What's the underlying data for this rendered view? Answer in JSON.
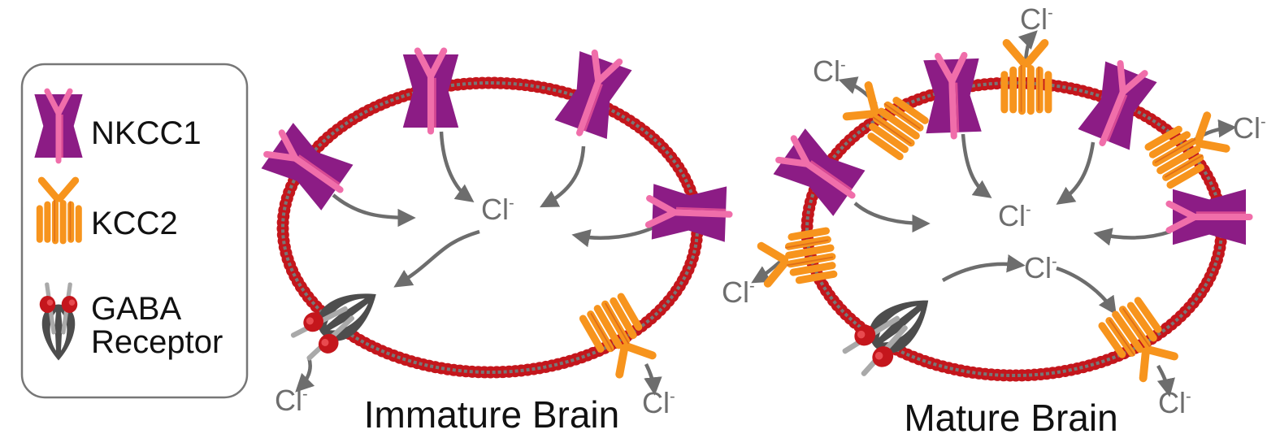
{
  "legend": {
    "items": [
      {
        "name": "nkcc1",
        "label": "NKCC1"
      },
      {
        "name": "kcc2",
        "label": "KCC2"
      },
      {
        "name": "gaba",
        "label_line1": "GABA",
        "label_line2": "Receptor"
      }
    ]
  },
  "panels": [
    {
      "title": "Immature Brain"
    },
    {
      "title": "Mature Brain"
    }
  ],
  "ion": {
    "symbol": "Cl",
    "charge": "-"
  },
  "colors": {
    "membrane_bead": "#c4161c",
    "membrane_core": "#777777",
    "nkcc1_body": "#8c1c85",
    "nkcc1_inner": "#f06eaa",
    "kcc2_body": "#f7941d",
    "kcc2_dark": "#e0701a",
    "gaba_body": "#4d4d4d",
    "gaba_red": "#c4161c",
    "arrow": "#6d6d6d",
    "text": "#111111",
    "ion_text": "#6d6d6d",
    "legend_border": "#777777"
  }
}
